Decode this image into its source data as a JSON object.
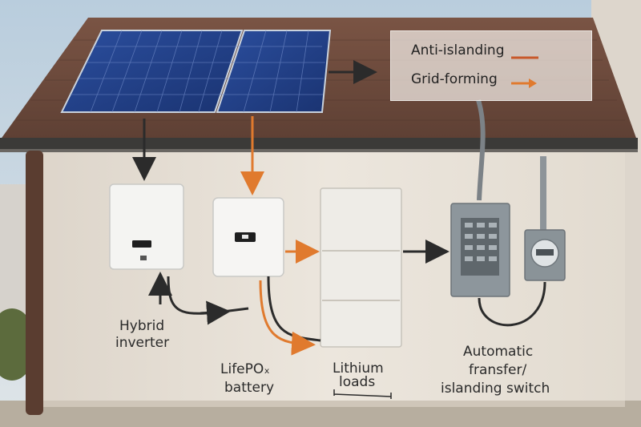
{
  "legend": {
    "items": [
      {
        "label": "Anti-islanding",
        "line_color": "#c8582a"
      },
      {
        "label": "Grid-forming",
        "line_color": "#e07a2e"
      }
    ]
  },
  "labels": {
    "hybrid_inverter_line1": "Hybrid",
    "hybrid_inverter_line2": "inverter",
    "lifepo_line1": "LifePOₓ",
    "lifepo_line2": "battery",
    "lithium_line1": "Lithium",
    "lithium_line2": "loads",
    "ats_line1": "Automatic",
    "ats_line2": "fransfer/",
    "ats_line3": "islanding switch"
  },
  "colors": {
    "sky": "#c9d6de",
    "roof": "#6b4a3c",
    "wall": "#e9e2d8",
    "panel": "#1f3f86",
    "arrow_dark": "#2b2b2b",
    "arrow_orange": "#e07a2e",
    "panel_box": "#8d969c"
  }
}
